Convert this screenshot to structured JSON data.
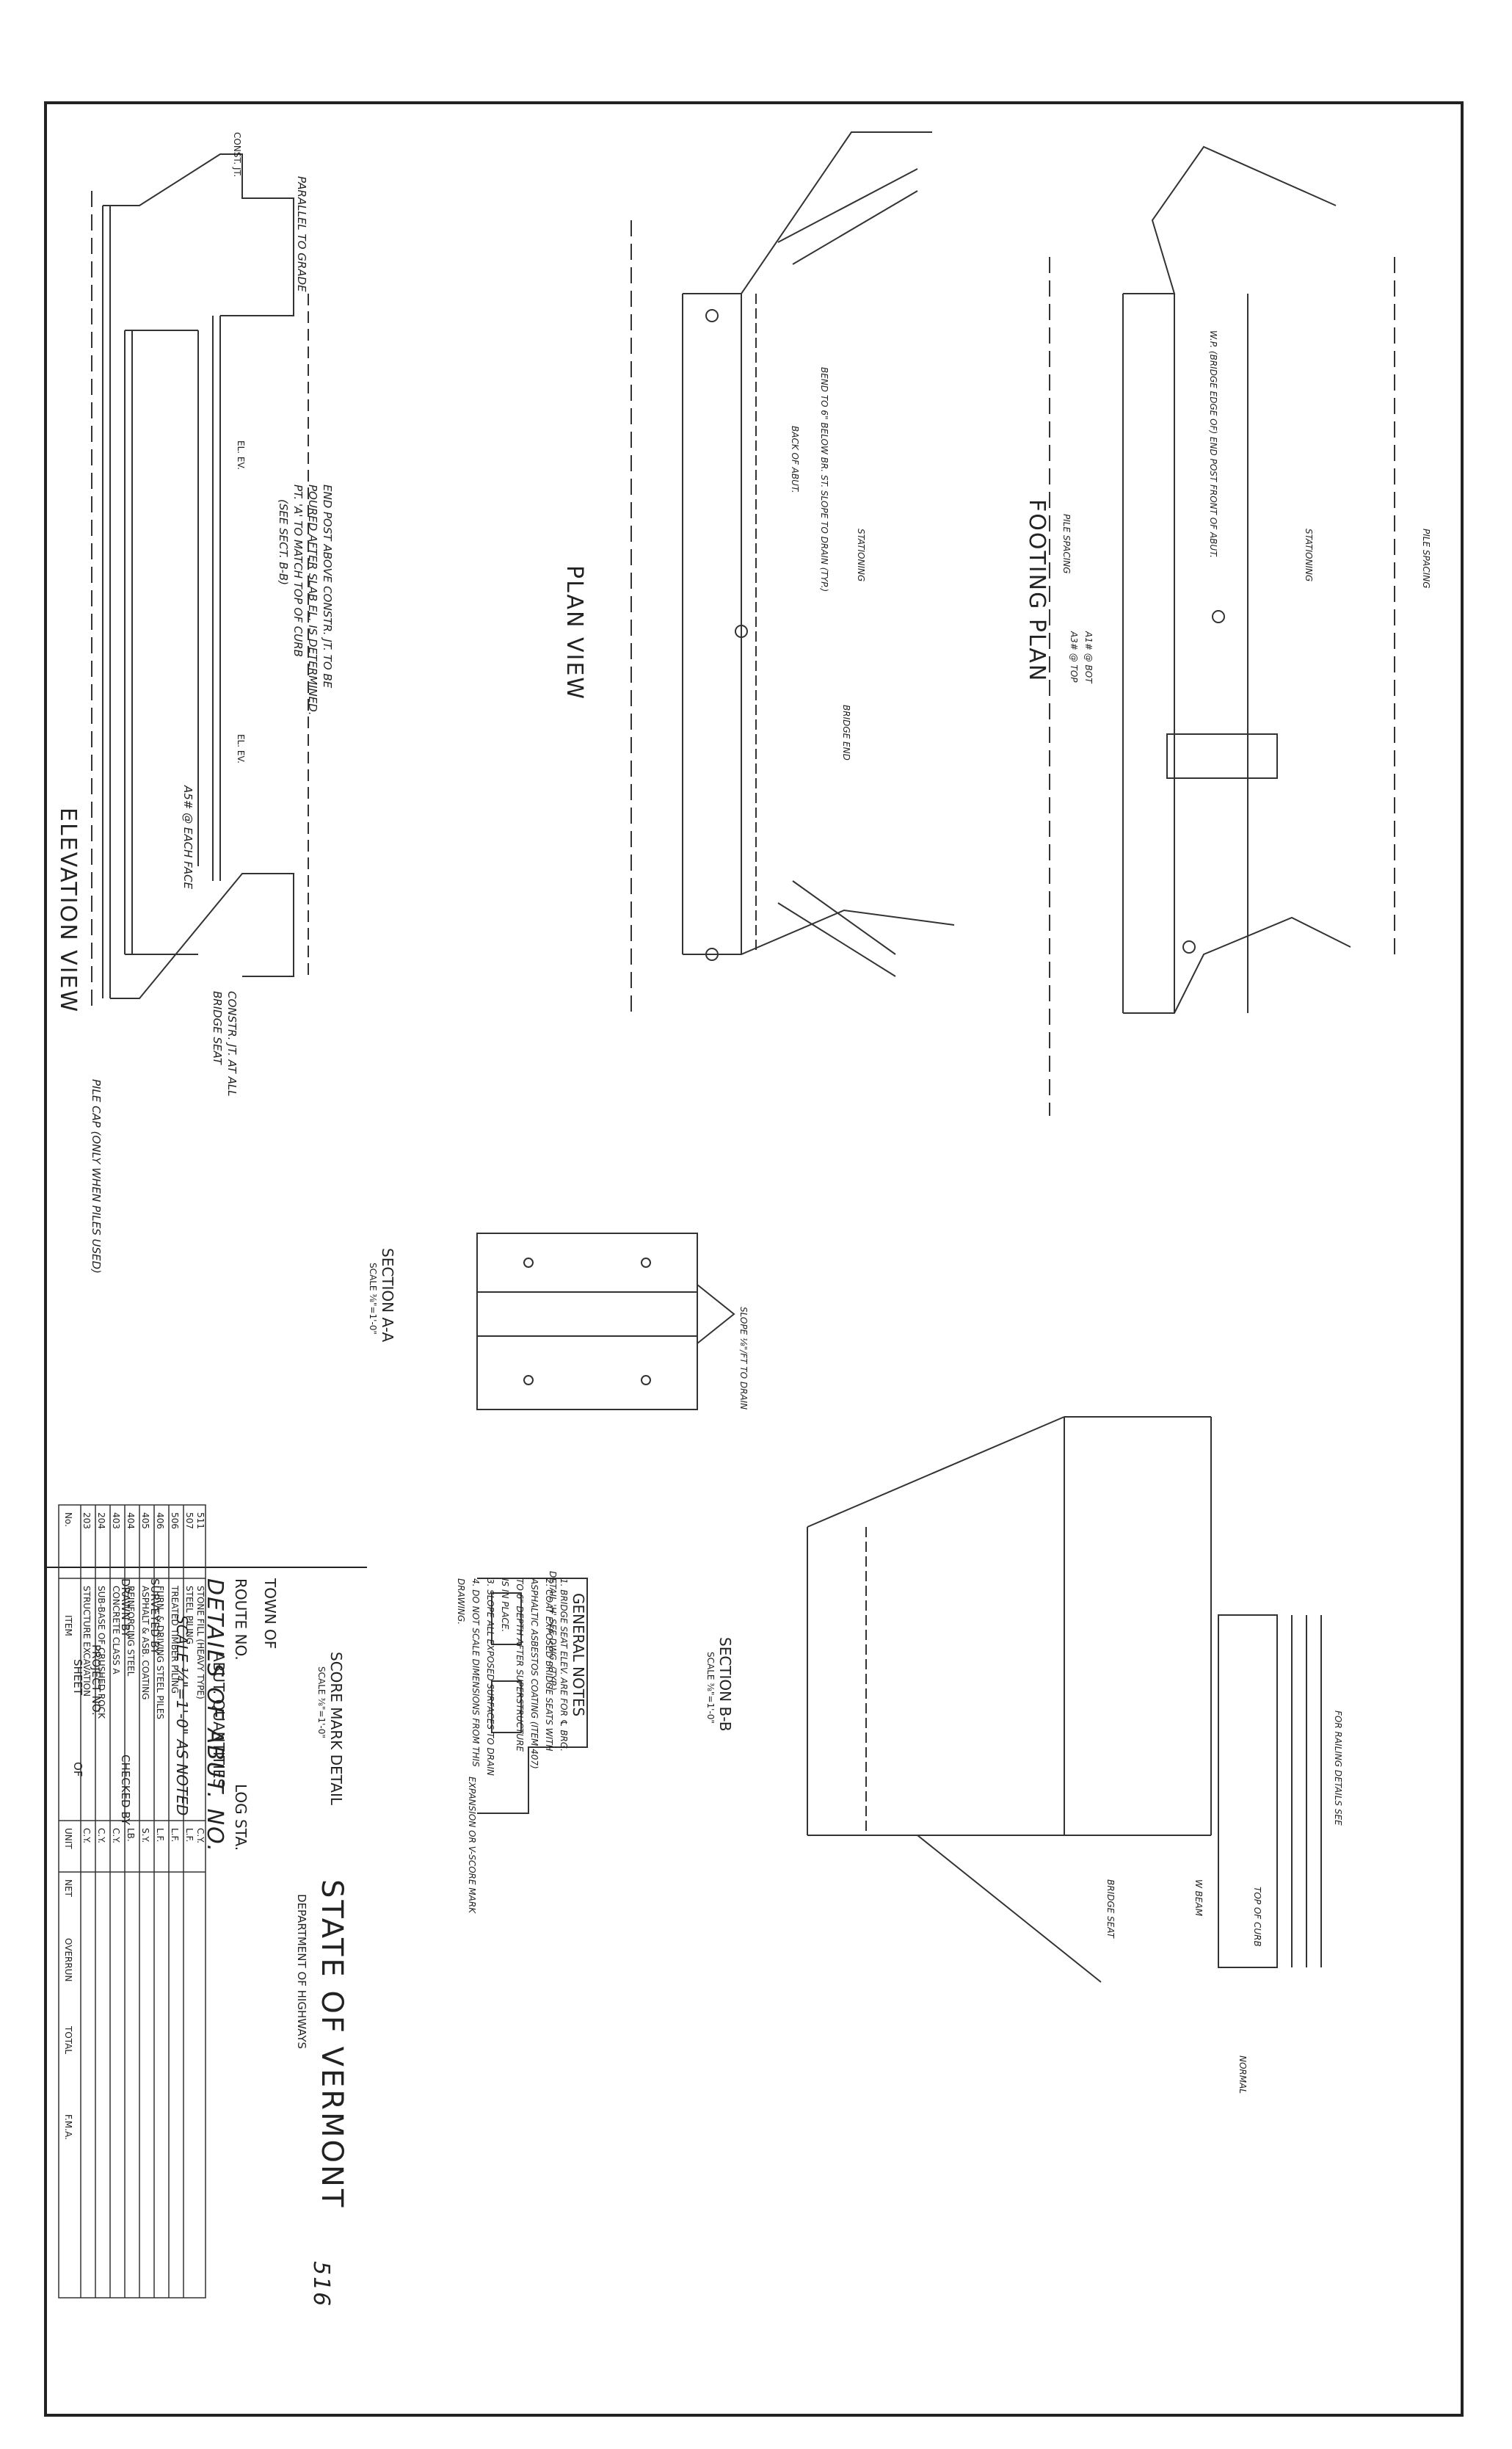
{
  "views": {
    "elevation": {
      "title": "ELEVATION VIEW"
    },
    "plan": {
      "title": "PLAN VIEW"
    },
    "footing": {
      "title": "FOOTING PLAN"
    },
    "section_aa": {
      "title": "SECTION A-A",
      "scale": "SCALE ⅜\"=1'-0\""
    },
    "section_bb": {
      "title": "SECTION B-B",
      "scale": "SCALE ⅜\"=1'-0\""
    },
    "score_mark": {
      "title": "SCORE MARK DETAIL",
      "scale": "SCALE ⅜\"=1'-0\""
    }
  },
  "callouts": {
    "parallel_grade": "PARALLEL TO GRADE",
    "end_post_1": "END POST ABOVE CONSTR. JT. TO BE",
    "end_post_2": "POURED AFTER SLAB EL. IS DETERMINED.",
    "end_post_3": "PT. 'A' TO MATCH TOP OF CURB",
    "end_post_4": "(SEE SECT. B-B)",
    "const_jt": "CONST. JT.",
    "elev": "EL. EV.",
    "constr_jt_bridge_seat_1": "CONSTR. JT. AT ALL",
    "constr_jt_bridge_seat_2": "BRIDGE SEAT",
    "pile_cap": "PILE CAP (ONLY WHEN PILES USED)",
    "each_face": "A5# @ EACH FACE",
    "bend_slope": "BEND TO 6\" BELOW BR. ST. SLOPE TO DRAIN (TYP.)",
    "back_of_abut": "BACK OF ABUT.",
    "stationing": "STATIONING",
    "bridge_end": "BRIDGE END",
    "front_of_abut": "FRONT OF ABUT.",
    "wp_edge": "W.P. (BRIDGE EDGE OF) END POST",
    "pile_spacing": "PILE SPACING",
    "a1_bot": "A1# @ BOT",
    "a3_top": "A3# @ TOP",
    "slope_drain": "SLOPE ⅛\"/FT TO DRAIN",
    "for_railing": "FOR RAILING DETAILS SEE",
    "top_of_curb": "TOP OF CURB",
    "w_beam": "W BEAM",
    "bridge_seat": "BRIDGE SEAT",
    "normal": "NORMAL",
    "detail_h": "DETAIL 'H' SEE DWG. (TYP.)",
    "expansion_mark": "EXPANSION OR V-SCORE MARK"
  },
  "quantities": {
    "title": "ABUT. QUANTITIES",
    "headers": [
      "No.",
      "ITEM",
      "UNIT",
      "NET",
      "OVERRUN",
      "TOTAL",
      "F.M.A."
    ],
    "rows": [
      [
        "203",
        "STRUCTURE EXCAVATION",
        "C.Y.",
        "",
        "",
        "",
        ""
      ],
      [
        "204",
        "SUB-BASE OF CRUSHED ROCK",
        "C.Y.",
        "",
        "",
        "",
        ""
      ],
      [
        "403",
        "CONCRETE CLASS A",
        "C.Y.",
        "",
        "",
        "",
        ""
      ],
      [
        "404",
        "REINFORCING STEEL",
        "LB.",
        "",
        "",
        "",
        ""
      ],
      [
        "405",
        "ASPHALT & ASB. COATING",
        "S.Y.",
        "",
        "",
        "",
        ""
      ],
      [
        "406",
        "FURN. & DRIVING STEEL PILES",
        "L.F.",
        "",
        "",
        "",
        ""
      ],
      [
        "506",
        "TREATED TIMBER PILING",
        "L.F.",
        "",
        "",
        "",
        ""
      ],
      [
        "507",
        "STEEL PILING",
        "L.F.",
        "",
        "",
        "",
        ""
      ],
      [
        "511",
        "STONE FILL (HEAVY TYPE)",
        "C.Y.",
        "",
        "",
        "",
        ""
      ]
    ]
  },
  "general_notes": {
    "title": "GENERAL NOTES",
    "items": [
      "1. BRIDGE SEAT ELEV. ARE FOR ℄ BRG.",
      "2. COAT EXPOSED BRIDGE SEATS WITH",
      "   ASPHALTIC ASBESTOS COATING (ITEM 407)",
      "   TO 6\" DEPTH AFTER SUPERSTRUCTURE",
      "   IS IN PLACE.",
      "3. SLOPE ALL EXPOSED SURFACES TO DRAIN",
      "4. DO NOT SCALE DIMENSIONS FROM THIS",
      "   DRAWING."
    ]
  },
  "title_block": {
    "state": "STATE OF VERMONT",
    "dept": "DEPARTMENT OF HIGHWAYS",
    "town": "TOWN OF",
    "route": "ROUTE NO.",
    "log_sta": "LOG STA.",
    "details": "DETAILS OF ABUT. NO.",
    "scale": "SCALE ¼\"=1'-0\" AS NOTED",
    "surveyed": "SURVEYED BY",
    "drawn": "DRAWN BY",
    "checked": "CHECKED BY",
    "project": "PROJECT NO.",
    "sheet": "SHEET",
    "of": "OF"
  },
  "sheet_number": "516"
}
